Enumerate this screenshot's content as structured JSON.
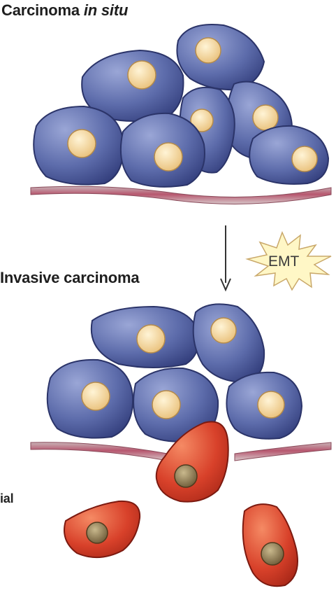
{
  "labels": {
    "title_main": "Carcinoma",
    "title_italic": "in situ",
    "invasive": "Invasive carcinoma",
    "emt": "EMT",
    "partial_left": "ial"
  },
  "colors": {
    "epithelial_cell": "#5b6aa8",
    "nucleus": "#f3d79c",
    "mesenchymal_cell": "#d9452c",
    "mesenchymal_nucleus": "#8a7a52",
    "basement_membrane": "#b86b7d",
    "emt_star": "#fff7c6"
  },
  "icons": {
    "arrow": "down-arrow-icon",
    "emt_burst": "starburst-icon"
  }
}
